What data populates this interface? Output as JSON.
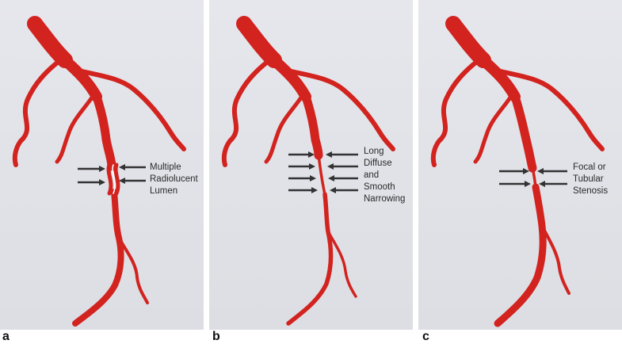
{
  "colors": {
    "artery": "#d2231f",
    "artery_dark": "#a3150f",
    "arrow": "#333333",
    "background": "#e2e4e9"
  },
  "panels": [
    {
      "letter": "a",
      "label_lines": [
        "Multiple",
        "Radiolucent",
        "Lumen"
      ]
    },
    {
      "letter": "b",
      "label_lines": [
        "Long",
        "Diffuse",
        "and",
        "Smooth",
        "Narrowing"
      ]
    },
    {
      "letter": "c",
      "label_lines": [
        "Focal or",
        "Tubular",
        "Stenosis"
      ]
    }
  ]
}
